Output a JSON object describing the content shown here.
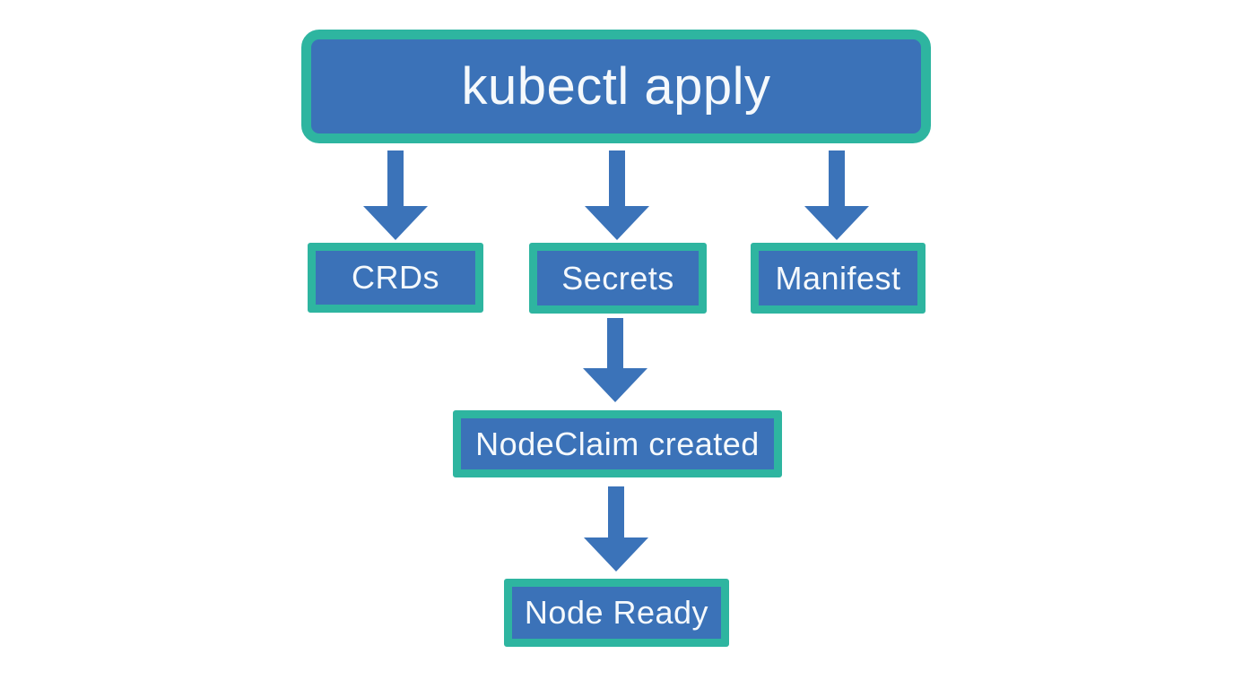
{
  "diagram": {
    "nodes": {
      "kubectl_apply": {
        "label": "kubectl apply"
      },
      "crds": {
        "label": "CRDs"
      },
      "secrets": {
        "label": "Secrets"
      },
      "manifest": {
        "label": "Manifest"
      },
      "nodeclaim_created": {
        "label": "NodeClaim created"
      },
      "node_ready": {
        "label": "Node Ready"
      }
    },
    "edges": [
      {
        "from": "kubectl_apply",
        "to": "crds"
      },
      {
        "from": "kubectl_apply",
        "to": "secrets"
      },
      {
        "from": "kubectl_apply",
        "to": "manifest"
      },
      {
        "from": "secrets",
        "to": "nodeclaim_created"
      },
      {
        "from": "nodeclaim_created",
        "to": "node_ready"
      }
    ],
    "colors": {
      "node_fill": "#3b72b8",
      "node_border": "#2eb5a0",
      "arrow": "#3b73b9",
      "text": "#f5f9fc",
      "background": "#ffffff"
    }
  }
}
